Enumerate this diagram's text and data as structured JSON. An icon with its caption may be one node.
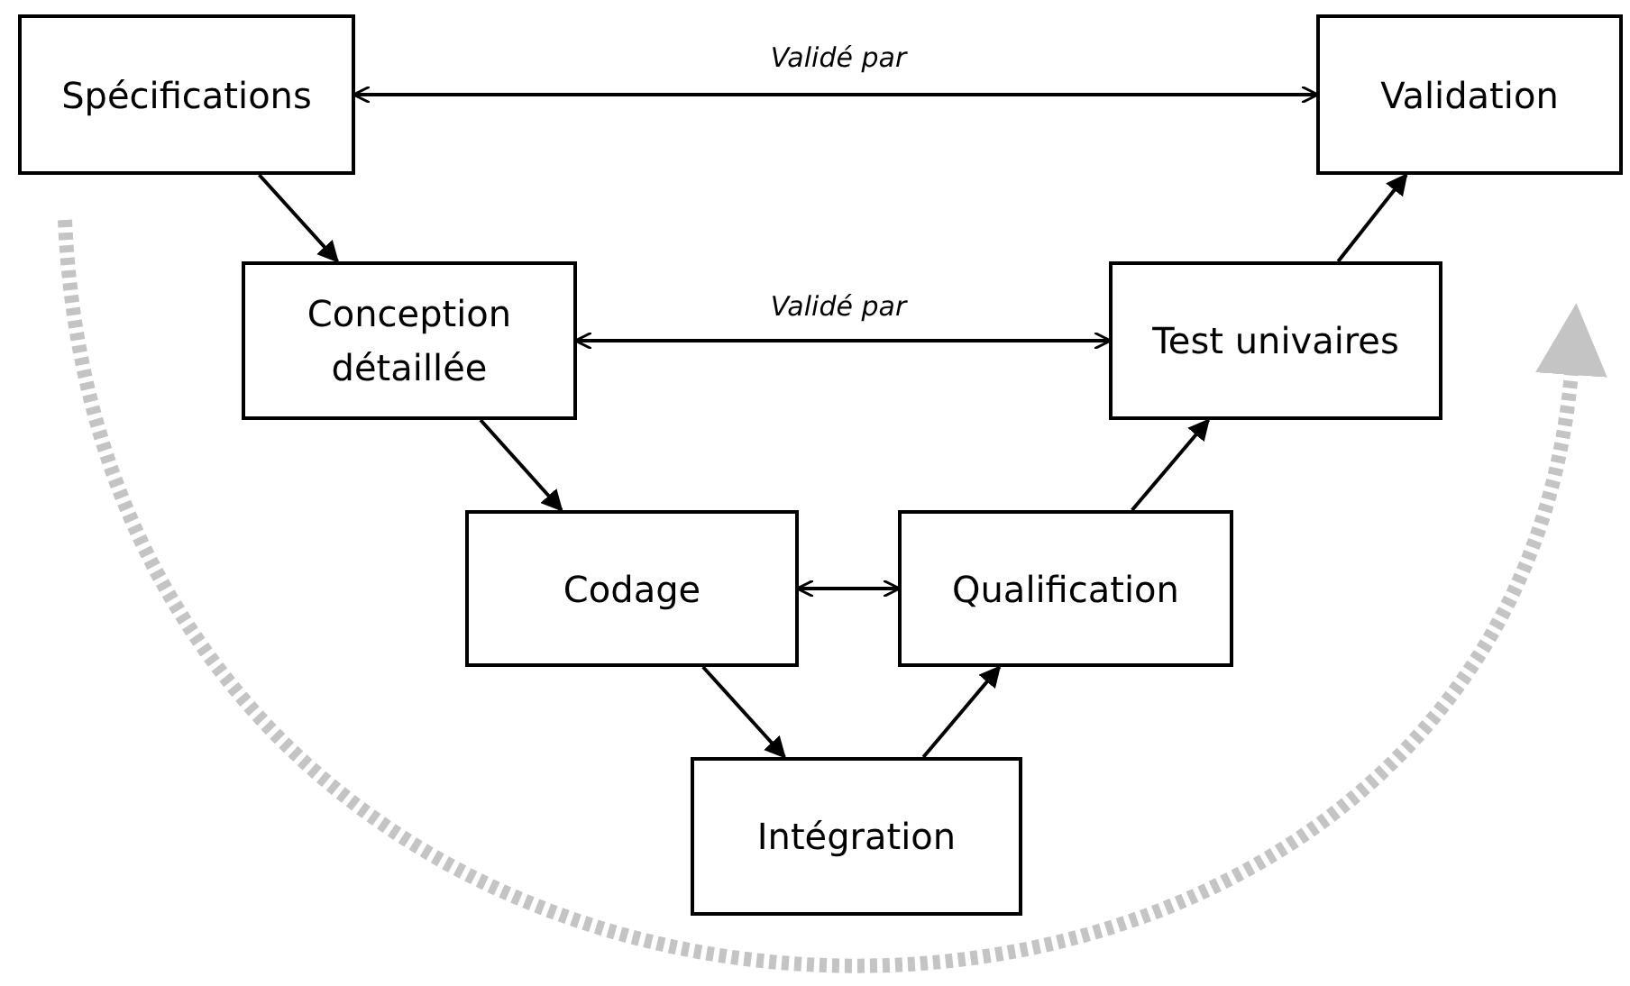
{
  "diagram": {
    "nodes": [
      {
        "text": [
          "Spécifications"
        ]
      },
      {
        "text": [
          "Conception détaillée"
        ]
      },
      {
        "text": [
          "Codage"
        ]
      },
      {
        "text": [
          "Intégration"
        ]
      },
      {
        "text": [
          "Qualification"
        ]
      },
      {
        "text": [
          "Test univaires"
        ]
      },
      {
        "text": [
          "Validation"
        ]
      }
    ],
    "edges": [
      {
        "from": 0,
        "to": 1,
        "arrow": "to"
      },
      {
        "from": 1,
        "to": 2,
        "arrow": "to"
      },
      {
        "from": 2,
        "to": 3,
        "arrow": "to"
      },
      {
        "from": 3,
        "to": 4,
        "arrow": "to"
      },
      {
        "from": 4,
        "to": 5,
        "arrow": "to"
      },
      {
        "from": 5,
        "to": 6,
        "arrow": "to"
      },
      {
        "from": 0,
        "to": 6,
        "arrow": "both",
        "label": "Validé par"
      },
      {
        "from": 1,
        "to": 5,
        "arrow": "both",
        "label": "Validé par"
      },
      {
        "from": 2,
        "to": 4,
        "arrow": "both"
      }
    ]
  }
}
